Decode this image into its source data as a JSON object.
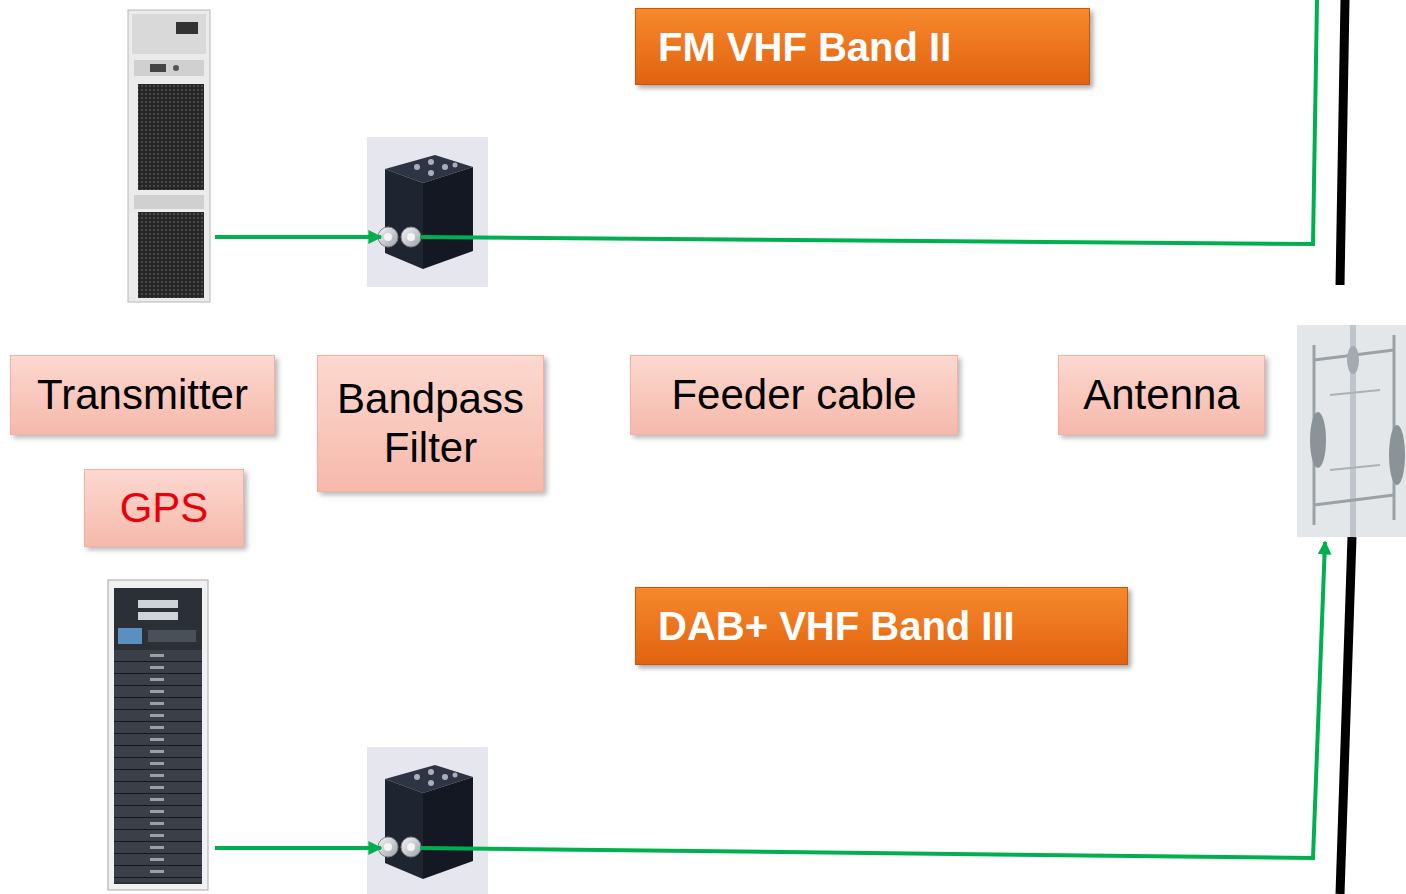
{
  "diagram": {
    "nodes": [
      {
        "text": [
          "FM  VHF Band II"
        ]
      },
      {
        "text": [
          "Transmitter"
        ]
      },
      {
        "text": [
          "Bandpass Filter"
        ]
      },
      {
        "text": [
          "Feeder cable"
        ]
      },
      {
        "text": [
          "Antenna"
        ]
      },
      {
        "text": [
          "GPS"
        ]
      },
      {
        "text": [
          "DAB+  VHF Band III"
        ]
      }
    ]
  }
}
